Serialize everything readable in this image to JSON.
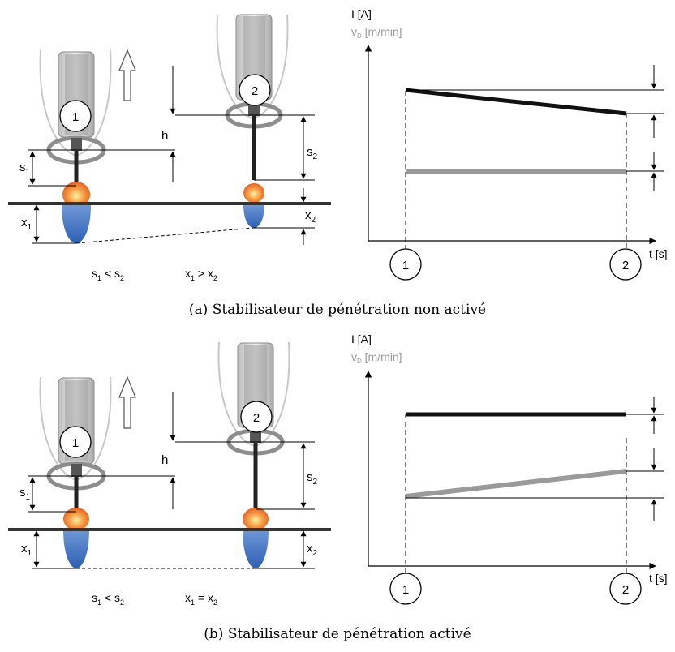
{
  "panels": [
    {
      "caption": "(a) Stabilisateur de pénétration non activé",
      "torch_1_label": "1",
      "torch_2_label": "2",
      "stickout_1": "s",
      "stickout_1_sub": "1",
      "stickout_2": "s",
      "stickout_2_sub": "2",
      "height_label": "h",
      "penetration_1": "x",
      "penetration_1_sub": "1",
      "penetration_2": "x",
      "penetration_2_sub": "2",
      "relation_s": {
        "a": "s",
        "a_sub": "1",
        "op": "<",
        "b": "s",
        "b_sub": "2"
      },
      "relation_x": {
        "a": "x",
        "a_sub": "1",
        "op": ">",
        "b": "x",
        "b_sub": "2"
      },
      "graph": {
        "y_label_current": "I [A]",
        "y_label_speed": "v",
        "y_label_speed_sub": "D",
        "y_label_speed_unit": "[m/min]",
        "x_label": "t [s]",
        "point_1": "1",
        "point_2": "2",
        "current_trend": "decreasing",
        "wire_speed_trend": "constant"
      }
    },
    {
      "caption": "(b) Stabilisateur de pénétration activé",
      "torch_1_label": "1",
      "torch_2_label": "2",
      "stickout_1": "s",
      "stickout_1_sub": "1",
      "stickout_2": "s",
      "stickout_2_sub": "2",
      "height_label": "h",
      "penetration_1": "x",
      "penetration_1_sub": "1",
      "penetration_2": "x",
      "penetration_2_sub": "2",
      "relation_s": {
        "a": "s",
        "a_sub": "1",
        "op": "<",
        "b": "s",
        "b_sub": "2"
      },
      "relation_x": {
        "a": "x",
        "a_sub": "1",
        "op": "=",
        "b": "x",
        "b_sub": "2"
      },
      "graph": {
        "y_label_current": "I [A]",
        "y_label_speed": "v",
        "y_label_speed_sub": "D",
        "y_label_speed_unit": "[m/min]",
        "x_label": "t [s]",
        "point_1": "1",
        "point_2": "2",
        "current_trend": "constant",
        "wire_speed_trend": "increasing"
      }
    }
  ],
  "colors": {
    "current_line": "#111111",
    "wire_speed_line": "#9a9a9a",
    "label_grey": "#999999",
    "arc_hot": "#e2541b",
    "arc_glow": "#f6a24a",
    "weld_pool": "#3a6fc2",
    "plate": "#333333"
  }
}
